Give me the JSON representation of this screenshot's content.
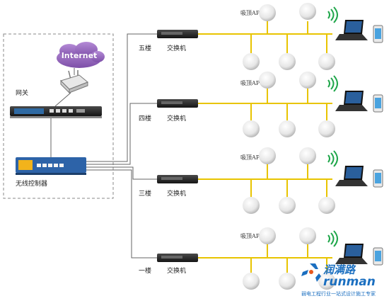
{
  "internet_label": "Internet",
  "gateway_label": "网关",
  "controller_label": "无线控制器",
  "switch_label": "交换机",
  "ap_label": "吸顶AP",
  "floors": [
    {
      "floor": "五楼",
      "ap_label": "吸顶AP"
    },
    {
      "floor": "四楼",
      "ap_label": "吸顶AP"
    },
    {
      "floor": "三楼",
      "ap_label": "吸顶AP"
    },
    {
      "floor": "一楼",
      "ap_label": "吸顶AP"
    }
  ],
  "logo": {
    "name": "润满路",
    "brand": "runman",
    "tagline": "弱电工程行业一站式设计施工专家"
  },
  "colors": {
    "backbone": "#e8c400",
    "logo": "#1b6fc0",
    "boundary": "#888888"
  }
}
